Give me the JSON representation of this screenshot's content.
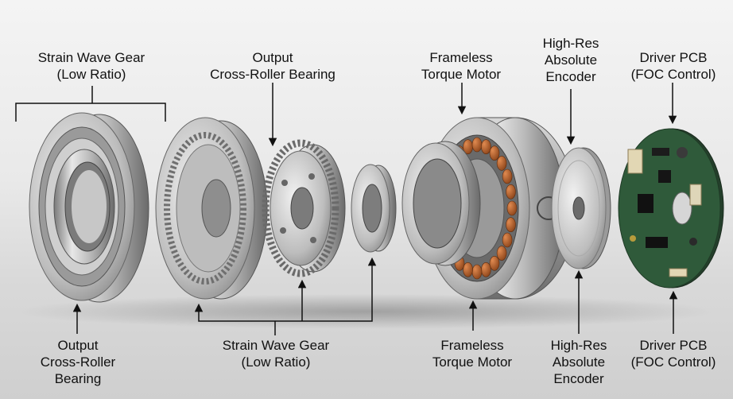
{
  "labels": {
    "top_strain_wave": {
      "line1": "Strain Wave Gear",
      "line2": "(Low Ratio)"
    },
    "top_output_bearing": {
      "line1": "Output",
      "line2": "Cross-Roller Bearing"
    },
    "top_motor": {
      "line1": "Frameless",
      "line2": "Torque Motor"
    },
    "top_encoder": {
      "line1": "High-Res",
      "line2": "Absolute",
      "line3": "Encoder"
    },
    "top_pcb": {
      "line1": "Driver PCB",
      "line2": "(FOC Control)"
    },
    "bottom_output_bearing": {
      "line1": "Output",
      "line2": "Cross-Roller",
      "line3": "Bearing"
    },
    "bottom_strain_wave": {
      "line1": "Strain Wave Gear",
      "line2": "(Low Ratio)"
    },
    "bottom_motor": {
      "line1": "Frameless",
      "line2": "Torque Motor"
    },
    "bottom_encoder": {
      "line1": "High-Res",
      "line2": "Absolute",
      "line3": "Encoder"
    },
    "bottom_pcb": {
      "line1": "Driver PCB",
      "line2": "(FOC Control)"
    }
  },
  "colors": {
    "steel_light": "#e6e6e6",
    "steel_mid": "#a9a9a9",
    "steel_dark": "#5a5a5a",
    "copper": "#b8652f",
    "pcb_green": "#2f5a3a",
    "line": "#111111"
  }
}
